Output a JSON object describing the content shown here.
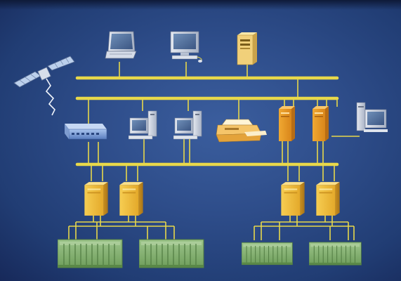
{
  "diagram": {
    "type": "network-topology",
    "colors": {
      "background": "#2e4d8a",
      "bus": "#e8d84a",
      "server": "#f2c040",
      "rack": "#7fae6a",
      "device": "#b8c4d8"
    },
    "buses": [
      "top-bus",
      "middle-bus",
      "lower-bus"
    ],
    "top_bus_devices": [
      "laptop-icon",
      "desktop-computer-icon",
      "server-tower-icon"
    ],
    "middle_bus_devices": [
      "satellite-icon",
      "network-switch-icon",
      "workstation-icon",
      "workstation-icon",
      "printer-icon",
      "server-tower-icon",
      "server-tower-icon",
      "desktop-computer-icon"
    ],
    "lower_bus_devices": [
      "server-tower-icon",
      "server-tower-icon",
      "server-tower-icon",
      "server-tower-icon"
    ],
    "io_racks": [
      "io-rack-icon",
      "io-rack-icon",
      "io-rack-icon",
      "io-rack-icon"
    ]
  }
}
